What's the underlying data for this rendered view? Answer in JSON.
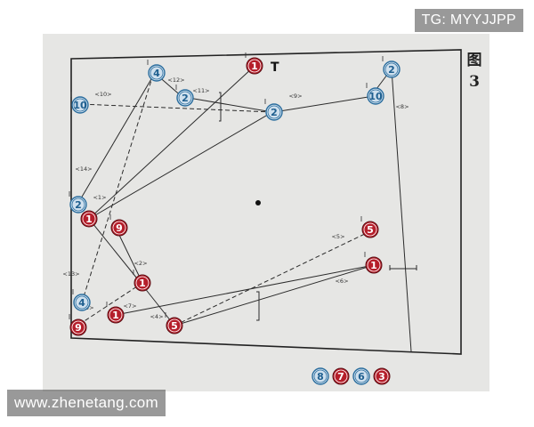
{
  "watermarks": {
    "tg": "TG: MYYJJPP",
    "site": "www.zhenetang.com"
  },
  "figure_label": {
    "char": "图",
    "number": "3"
  },
  "marker_T": "T",
  "players": [
    {
      "id": "red-1-top",
      "team": "red",
      "num": "1"
    },
    {
      "id": "red-1-left",
      "team": "red",
      "num": "1"
    },
    {
      "id": "red-9-mid",
      "team": "red",
      "num": "9"
    },
    {
      "id": "red-1-center",
      "team": "red",
      "num": "1"
    },
    {
      "id": "red-1-bottom",
      "team": "red",
      "num": "1"
    },
    {
      "id": "red-9-corner",
      "team": "red",
      "num": "9"
    },
    {
      "id": "red-5-bottom",
      "team": "red",
      "num": "5"
    },
    {
      "id": "red-5-right",
      "team": "red",
      "num": "5"
    },
    {
      "id": "red-1-right",
      "team": "red",
      "num": "1"
    },
    {
      "id": "blue-4-top",
      "team": "blue",
      "num": "4"
    },
    {
      "id": "blue-2-topmid",
      "team": "blue",
      "num": "2"
    },
    {
      "id": "blue-2-center",
      "team": "blue",
      "num": "2"
    },
    {
      "id": "blue-2-topright",
      "team": "blue",
      "num": "2"
    },
    {
      "id": "blue-10-right",
      "team": "blue",
      "num": "10"
    },
    {
      "id": "blue-10-left",
      "team": "blue",
      "num": "10"
    },
    {
      "id": "blue-2-left",
      "team": "blue",
      "num": "2"
    },
    {
      "id": "blue-4-bottom",
      "team": "blue",
      "num": "4"
    }
  ],
  "step_labels": [
    "<1>",
    "<2>",
    "<3>",
    "<4>",
    "<5>",
    "<6>",
    "<7>",
    "<8>",
    "<9>",
    "<10>",
    "<11>",
    "<12>",
    "<13>",
    "<14>"
  ],
  "legend": [
    {
      "team": "blue",
      "num": "8"
    },
    {
      "team": "red",
      "num": "7"
    },
    {
      "team": "blue",
      "num": "6"
    },
    {
      "team": "red",
      "num": "3"
    }
  ]
}
